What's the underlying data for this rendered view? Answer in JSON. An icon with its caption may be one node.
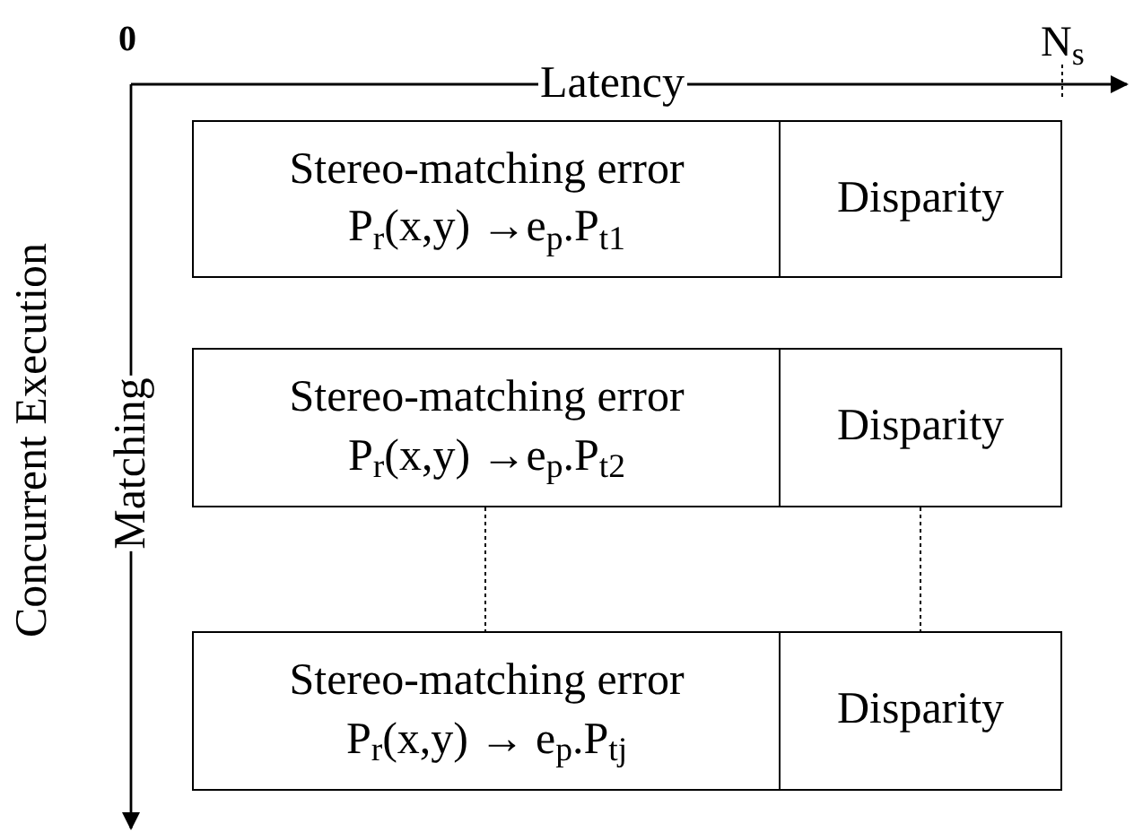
{
  "diagram": {
    "nodes": [
      {
        "text": [
          "Stereo-matching error",
          "P$_{r}$(x,y) →e$_{p}$.P$_{t1}$"
        ]
      },
      {
        "text": [
          "Disparity"
        ]
      },
      {
        "text": [
          "Stereo-matching error",
          "P$_{r}$(x,y) →e$_{p}$.P$_{t2}$"
        ]
      },
      {
        "text": [
          "Disparity"
        ]
      },
      {
        "text": [
          "Stereo-matching error",
          "P$_{r}$(x,y) → e$_{p}$.P$_{tj}$"
        ]
      },
      {
        "text": [
          "Disparity"
        ]
      }
    ],
    "edges": [
      {
        "from": 2,
        "to": 4,
        "arrow": "none",
        "style": "dashed"
      },
      {
        "from": 3,
        "to": 5,
        "arrow": "none",
        "style": "dashed"
      }
    ],
    "labels": [
      "0",
      "N$_{s}$",
      "Latency",
      "Concurrent Execution",
      "Matching"
    ]
  }
}
